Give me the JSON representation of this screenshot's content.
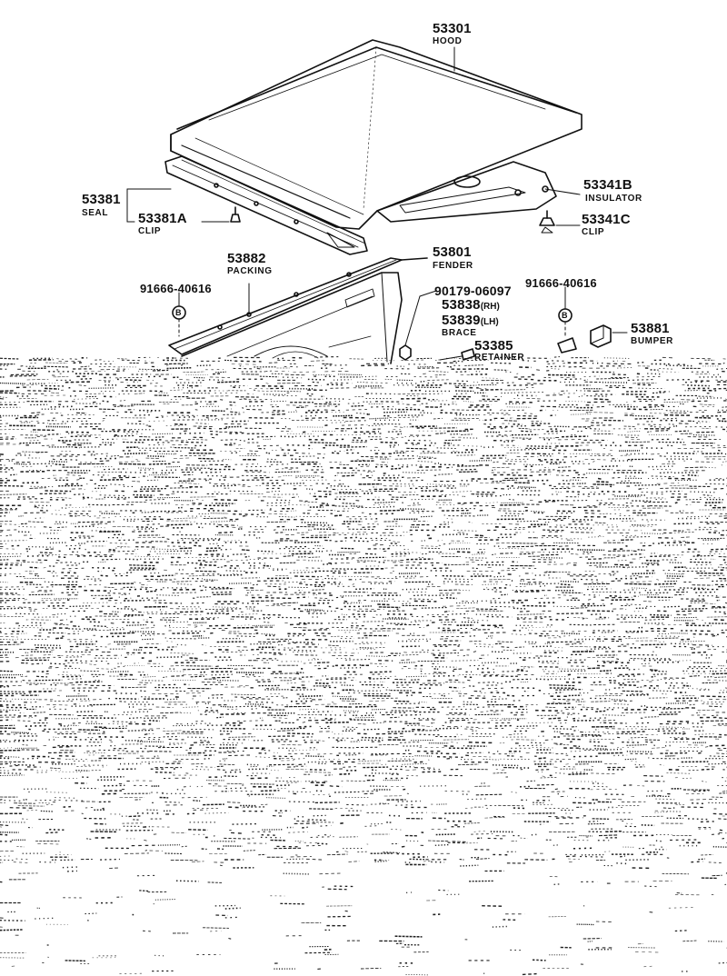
{
  "parts": {
    "hood": {
      "number": "53301",
      "name": "HOOD"
    },
    "seal": {
      "number": "53381",
      "name": "SEAL"
    },
    "seal_clip": {
      "number": "53381A",
      "name": "CLIP"
    },
    "insulator": {
      "number": "53341B",
      "name": "INSULATOR"
    },
    "insulator_clip": {
      "number": "53341C",
      "name": "CLIP"
    },
    "packing": {
      "number": "53882",
      "name": "PACKING"
    },
    "fender": {
      "number": "53801",
      "name": "FENDER"
    },
    "bolt_left": {
      "number": "91666-40616",
      "marker": "B"
    },
    "bolt_right": {
      "number": "91666-40616",
      "marker": "B"
    },
    "brace": {
      "number_rh": "90179-06097",
      "number_rh2": "53838",
      "suffix_rh": "(RH)",
      "number_lh": "53839",
      "suffix_lh": "(LH)",
      "name": "BRACE"
    },
    "retainer": {
      "number": "53385",
      "name": "RETAINER"
    },
    "bumper": {
      "number": "53881",
      "name": "BUMPER"
    }
  },
  "colors": {
    "ink": "#111111",
    "paper": "#ffffff"
  }
}
